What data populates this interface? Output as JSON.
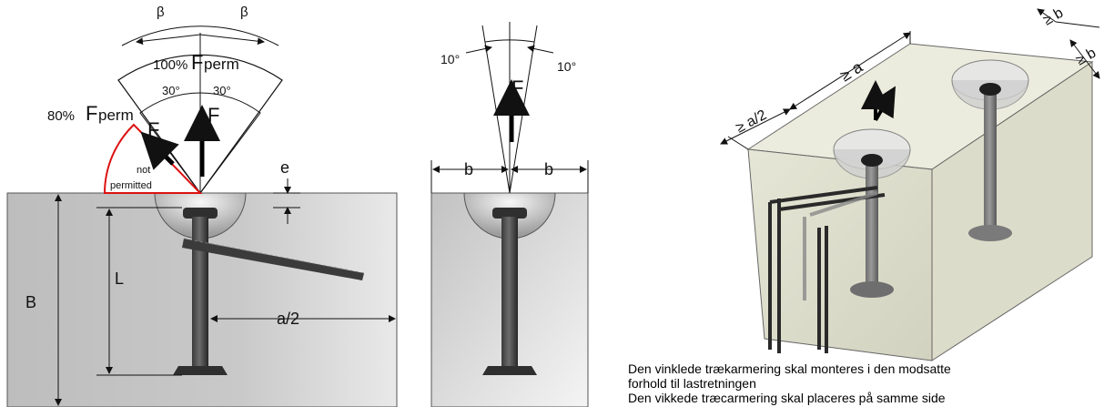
{
  "left_view": {
    "beta_left": "β",
    "beta_right": "β",
    "load_100_pct": "100%",
    "load_100_sym": "F",
    "load_100_sub": "perm",
    "angle_left": "30°",
    "angle_right": "30°",
    "load_80_pct": "80%",
    "load_80_sym": "F",
    "load_80_sub": "perm",
    "force_vertical": "F",
    "force_inclined": "F",
    "not_permitted_1": "not",
    "not_permitted_2": "permitted",
    "dim_e": "e",
    "dim_B": "B",
    "dim_L": "L",
    "dim_a_half": "a/2"
  },
  "middle_view": {
    "angle_left": "10°",
    "angle_right": "10°",
    "force": "F",
    "dim_b_left": "b",
    "dim_b_right": "b"
  },
  "right_view": {
    "dim_b_top": "≥ b",
    "dim_b_side": "≥ b",
    "dim_a": "≥ a",
    "dim_a_half": "≥ a/2"
  },
  "caption": {
    "line1": "Den vinklede trækarmering skal monteres i den modsatte",
    "line2": "forhold til lastretningen",
    "line3": "Den vikkede træcarmering skal placeres på samme side"
  }
}
